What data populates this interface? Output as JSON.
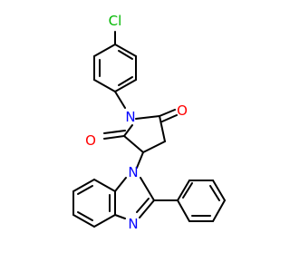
{
  "atoms": {
    "chlorine": {
      "label": "Cl",
      "color": "#00b800"
    },
    "imide_nitrogen": {
      "label": "N",
      "color": "#0000ff"
    },
    "carbonyl_oxygen_right": {
      "label": "O",
      "color": "#ff0000"
    },
    "carbonyl_oxygen_left": {
      "label": "O",
      "color": "#ff0000"
    },
    "benzimidazole_n1": {
      "label": "N",
      "color": "#0000ff"
    },
    "benzimidazole_n3": {
      "label": "N",
      "color": "#0000ff"
    }
  },
  "bond_color": "#000000"
}
